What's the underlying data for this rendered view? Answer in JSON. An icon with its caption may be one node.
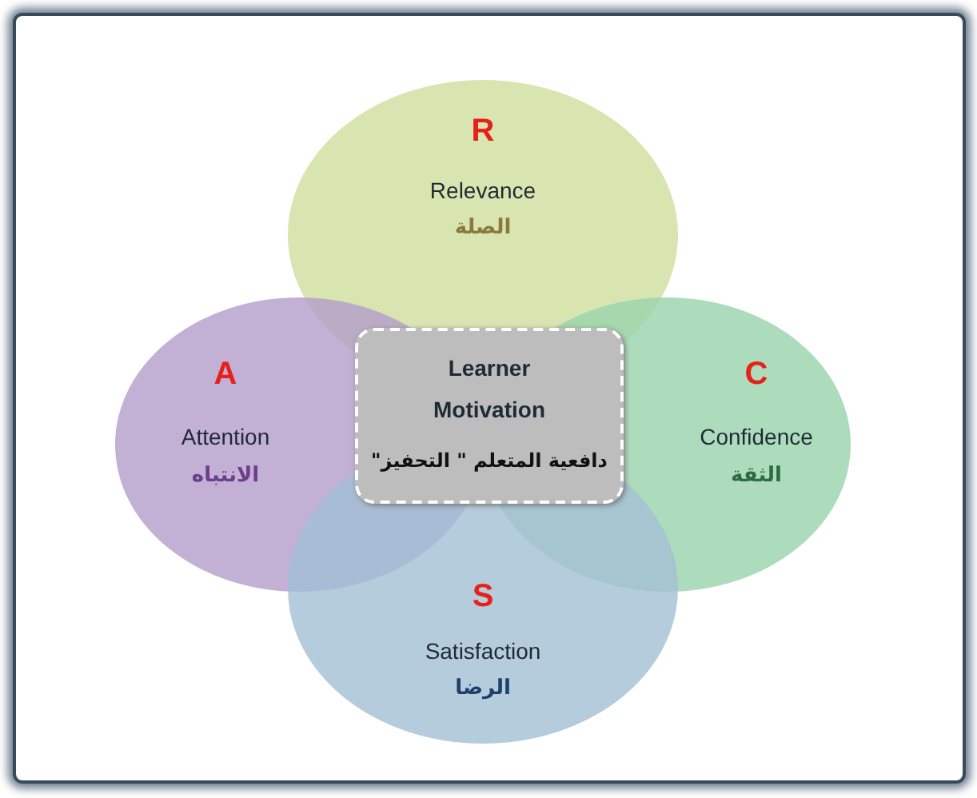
{
  "diagram": {
    "nodes": [
      {
        "text": [
          "R",
          "Relevance",
          "الصلة"
        ]
      },
      {
        "text": [
          "A",
          "Attention",
          "الانتباه"
        ]
      },
      {
        "text": [
          "C",
          "Confidence",
          "الثقة"
        ]
      },
      {
        "text": [
          "S",
          "Satisfaction",
          "الرضا"
        ]
      },
      {
        "text": [
          "Learner Motivation",
          "دافعية المتعلم \" التحفيز\""
        ]
      }
    ]
  }
}
